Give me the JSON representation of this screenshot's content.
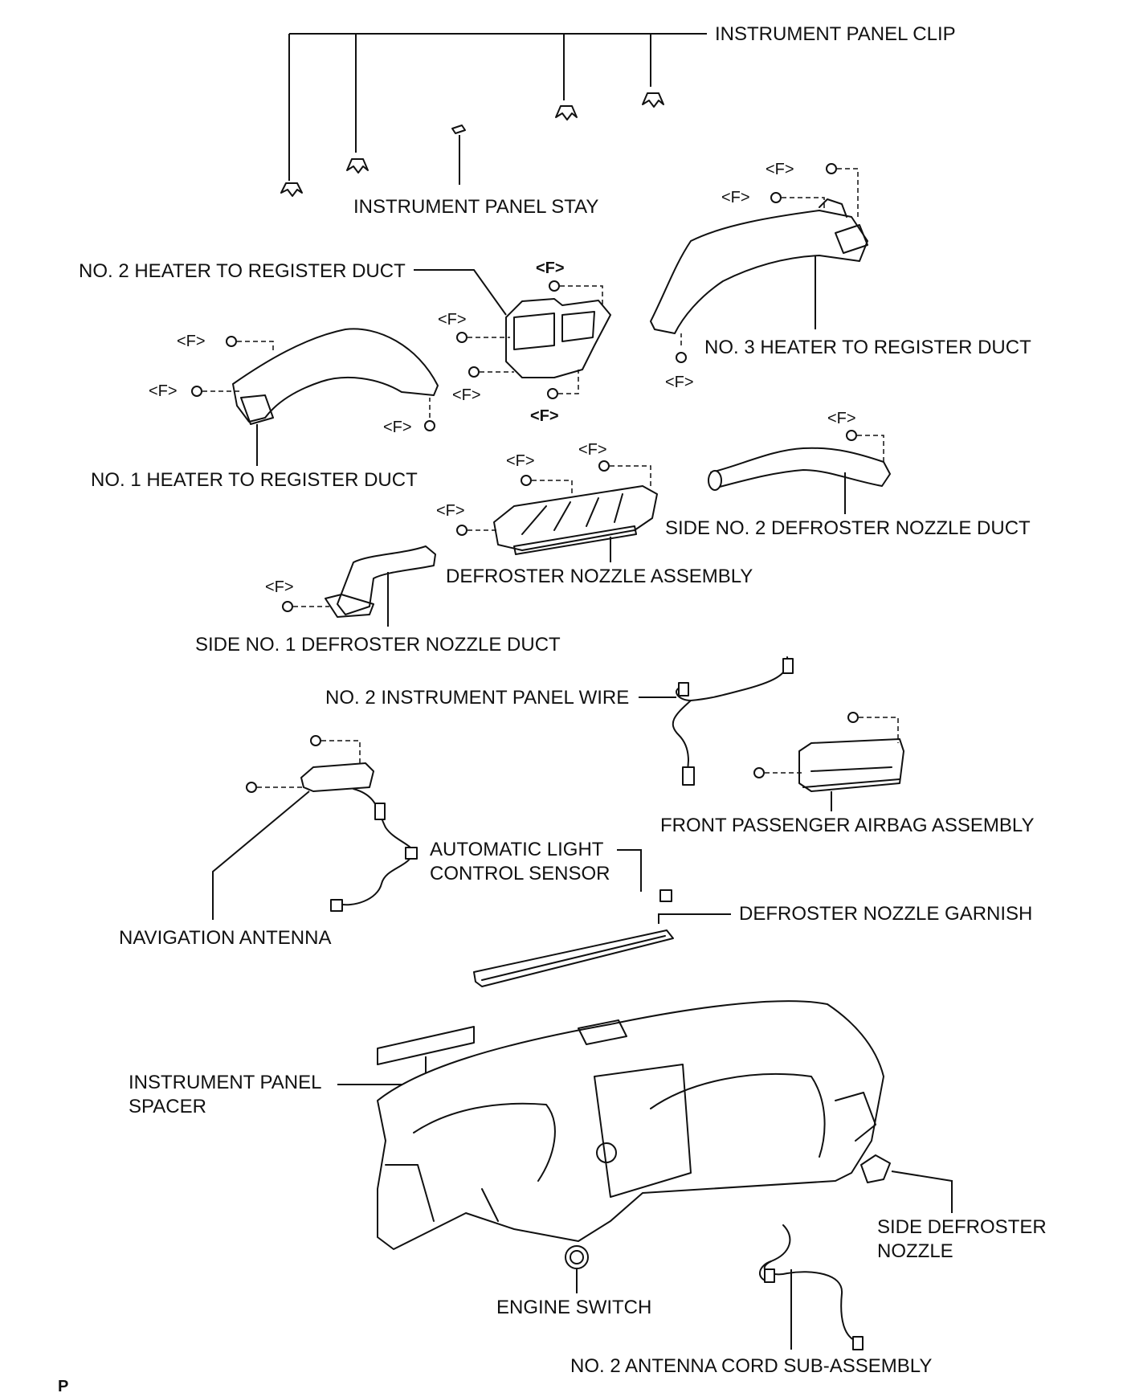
{
  "labels": {
    "instrument_panel_clip": "INSTRUMENT PANEL CLIP",
    "instrument_panel_stay": "INSTRUMENT PANEL STAY",
    "no2_heater_duct": "NO. 2 HEATER TO REGISTER DUCT",
    "no3_heater_duct": "NO. 3 HEATER TO REGISTER DUCT",
    "no1_heater_duct": "NO. 1 HEATER TO REGISTER DUCT",
    "side_no2_defroster_duct": "SIDE NO. 2 DEFROSTER NOZZLE DUCT",
    "defroster_nozzle_assembly": "DEFROSTER NOZZLE ASSEMBLY",
    "side_no1_defroster_duct": "SIDE NO. 1 DEFROSTER NOZZLE DUCT",
    "no2_instrument_panel_wire": "NO. 2 INSTRUMENT PANEL WIRE",
    "front_passenger_airbag": "FRONT PASSENGER AIRBAG ASSEMBLY",
    "auto_light_sensor_line1": "AUTOMATIC LIGHT",
    "auto_light_sensor_line2": "CONTROL SENSOR",
    "defroster_nozzle_garnish": "DEFROSTER NOZZLE GARNISH",
    "navigation_antenna": "NAVIGATION ANTENNA",
    "instrument_panel_spacer_line1": "INSTRUMENT PANEL",
    "instrument_panel_spacer_line2": "SPACER",
    "side_defroster_nozzle_line1": "SIDE DEFROSTER",
    "side_defroster_nozzle_line2": "NOZZLE",
    "engine_switch": "ENGINE SWITCH",
    "no2_antenna_cord": "NO. 2 ANTENNA CORD SUB-ASSEMBLY",
    "fastener_code": "<F>",
    "page_mark": "P"
  }
}
